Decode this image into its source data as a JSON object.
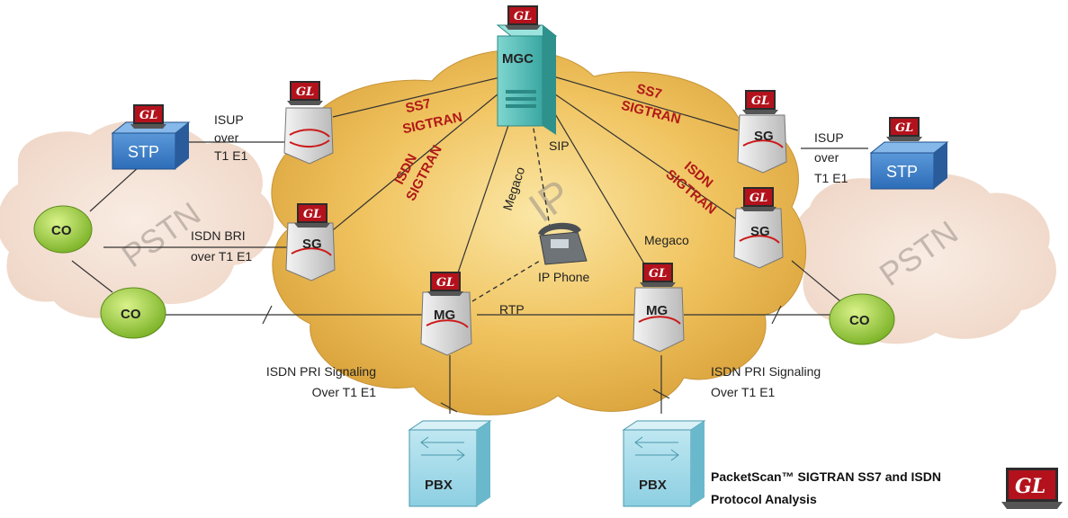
{
  "brand": {
    "logo_text": "GL",
    "logo_color": "#b3121c"
  },
  "network": {
    "ip_cloud_label": "IP",
    "pstn_left_label": "PSTN",
    "pstn_right_label": "PSTN"
  },
  "nodes": {
    "mgc": "MGC",
    "stp_left": "STP",
    "stp_right": "STP",
    "co_left_top": "CO",
    "co_left_bottom": "CO",
    "co_right": "CO",
    "sg_left": "SG",
    "sg_right_top": "SG",
    "sg_right_bottom": "SG",
    "mg_left": "MG",
    "mg_right": "MG",
    "pbx_left": "PBX",
    "pbx_right": "PBX",
    "ip_phone": "IP Phone"
  },
  "links": {
    "ss7_left": [
      "SS7",
      "SIGTRAN"
    ],
    "ss7_right": [
      "SS7",
      "SIGTRAN"
    ],
    "isdn_left": [
      "ISDN",
      "SIGTRAN"
    ],
    "isdn_right": [
      "ISDN",
      "SIGTRAN"
    ],
    "isup_left": [
      "ISUP",
      "over",
      "T1 E1"
    ],
    "isup_right": [
      "ISUP",
      "over",
      "T1 E1"
    ],
    "isdn_bri": [
      "ISDN  BRI",
      "over T1 E1"
    ],
    "megaco_left": "Megaco",
    "megaco_right": "Megaco",
    "sip": "SIP",
    "rtp": "RTP",
    "pri_left": [
      "ISDN PRI Signaling",
      "Over T1 E1"
    ],
    "pri_right": [
      "ISDN PRI Signaling",
      "Over T1 E1"
    ]
  },
  "caption": [
    "PacketScan™ SIGTRAN  SS7 and ISDN",
    "Protocol Analysis"
  ]
}
